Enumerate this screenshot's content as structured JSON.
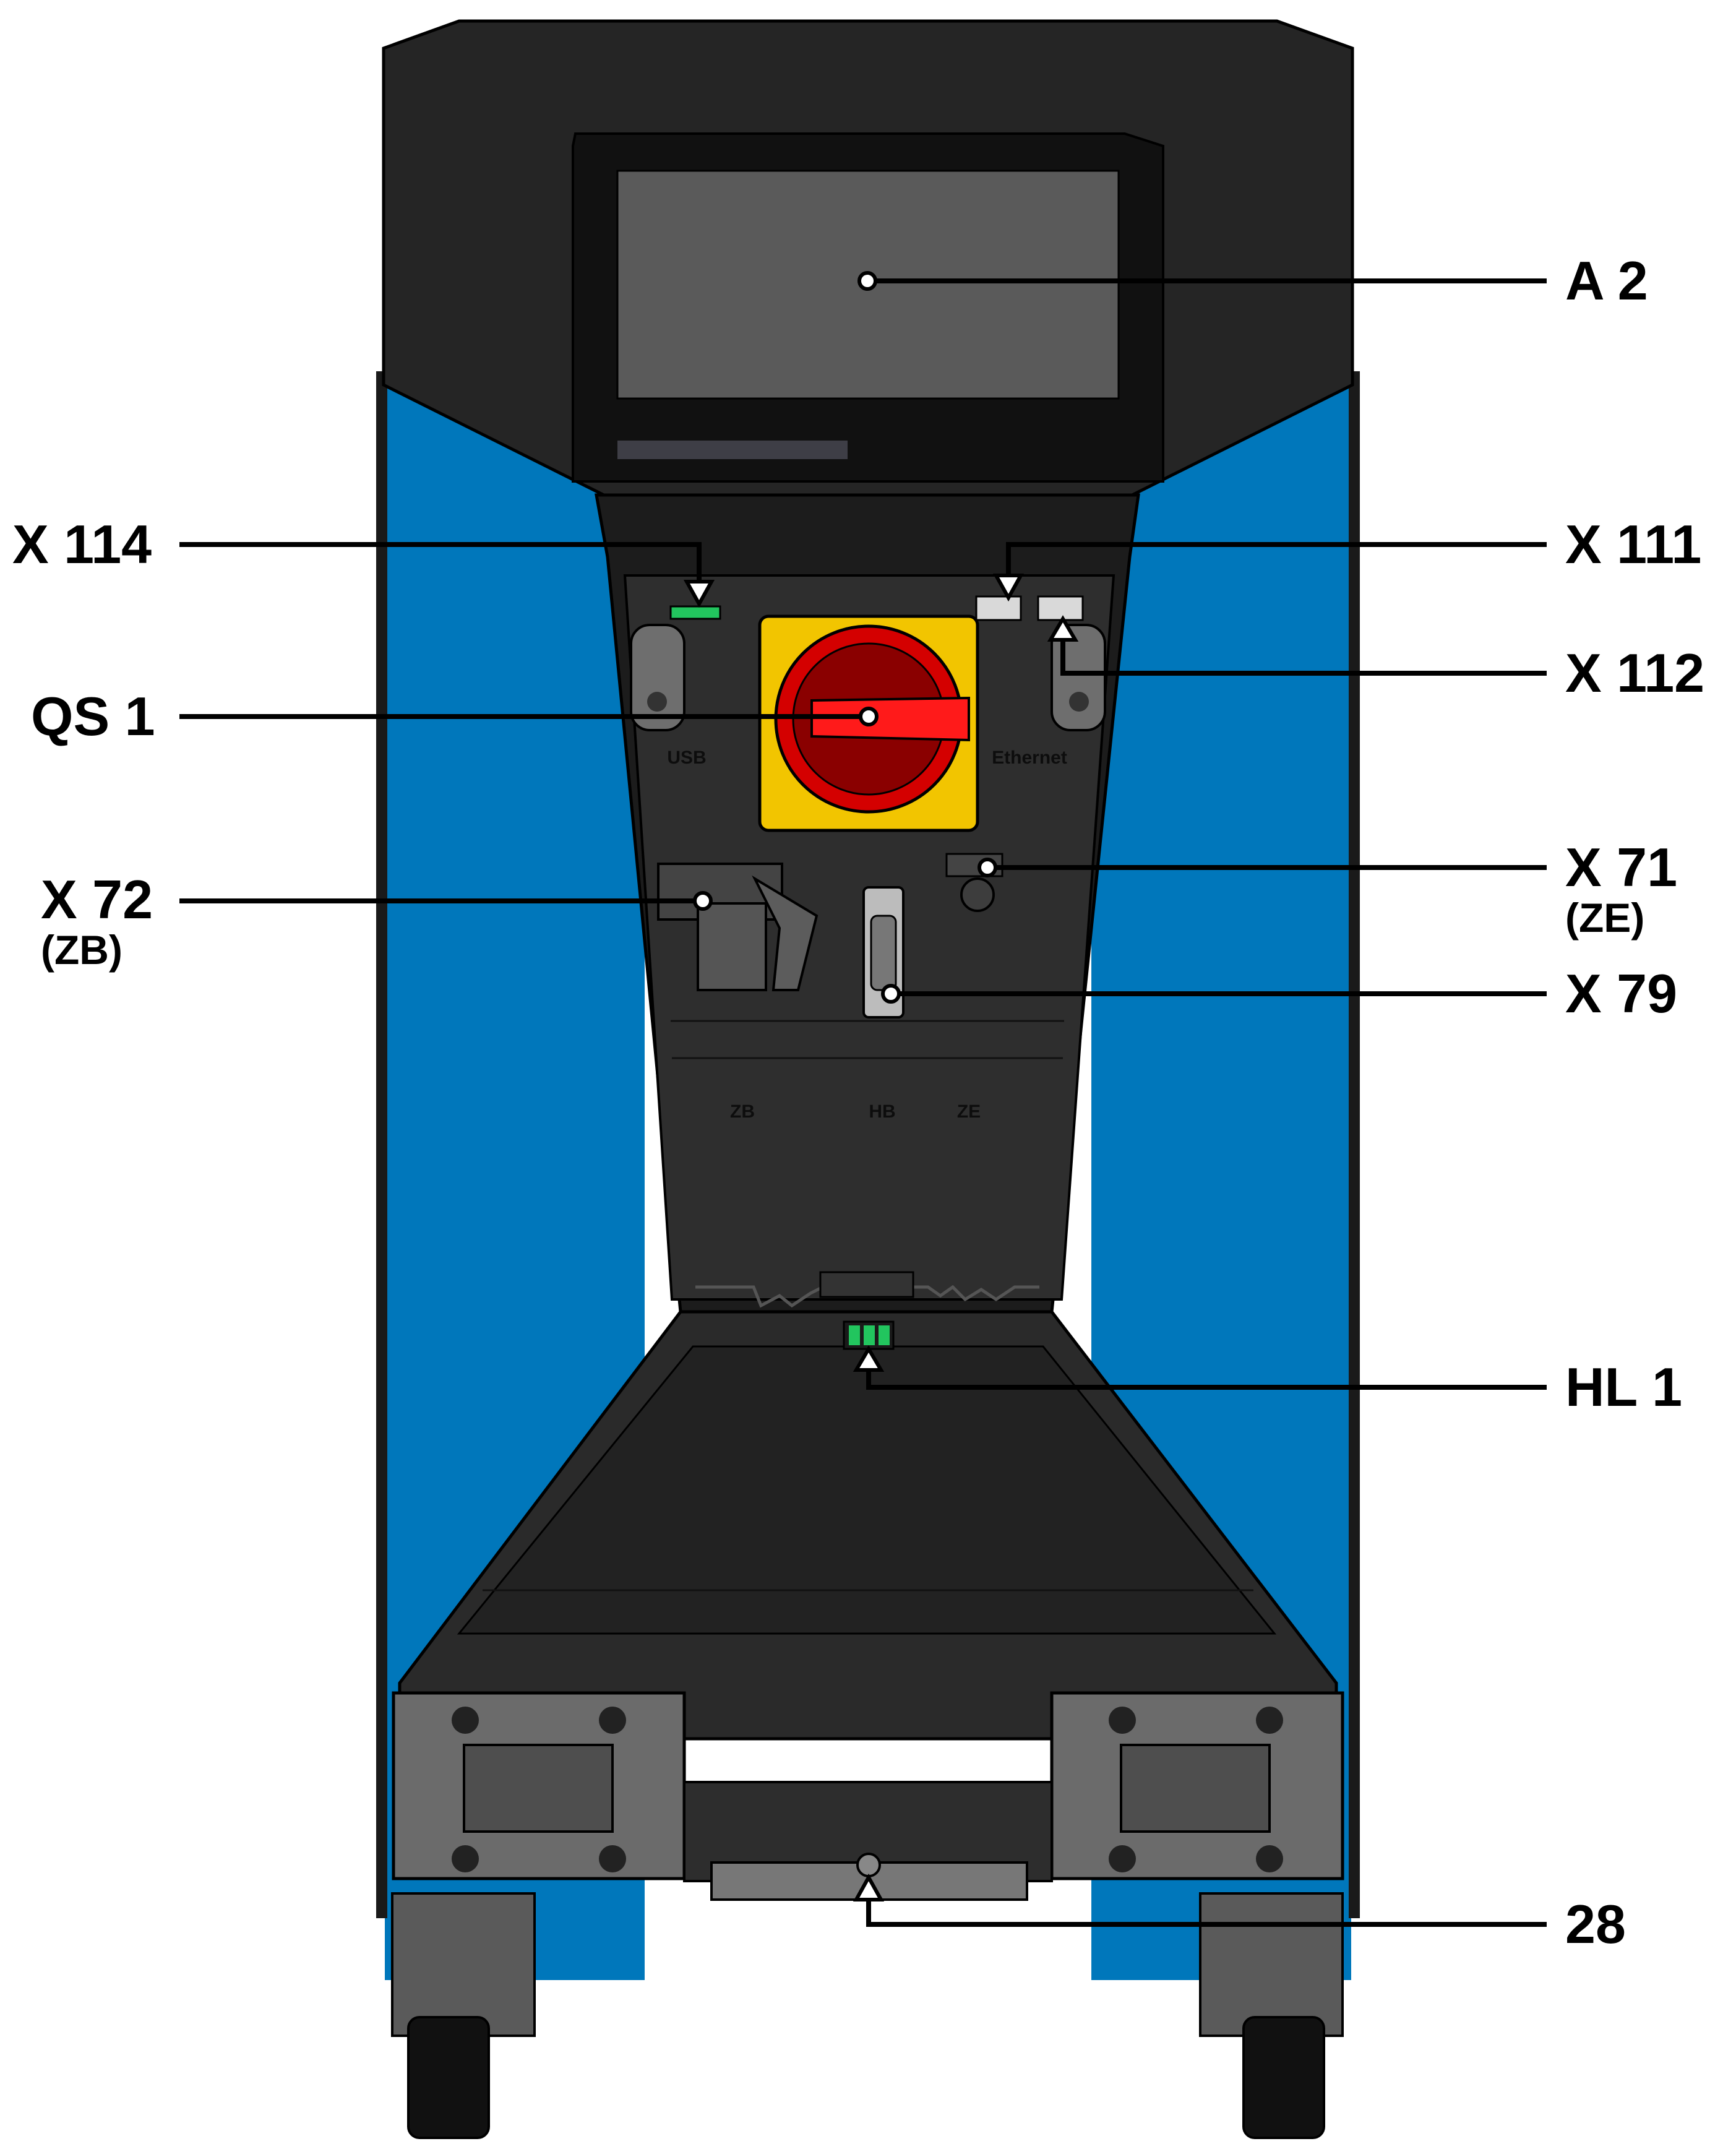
{
  "callouts": {
    "a2": "A 2",
    "x114": "X 114",
    "x111": "X 111",
    "x112": "X 112",
    "qs1": "QS 1",
    "x72": "X 72",
    "x72_sub": "(ZB)",
    "x71": "X 71",
    "x71_sub": "(ZE)",
    "x79": "X 79",
    "hl1": "HL 1",
    "n28": "28"
  },
  "panel_labels": {
    "usb": "USB",
    "ethernet": "Ethernet",
    "zb": "ZB",
    "hb": "HB",
    "ze": "ZE"
  },
  "colors": {
    "housing": "#262626",
    "side_panel": "#0077bb",
    "switch_base": "#f2c500",
    "switch_knob": "#e00000",
    "indicator": "#22c55e"
  }
}
